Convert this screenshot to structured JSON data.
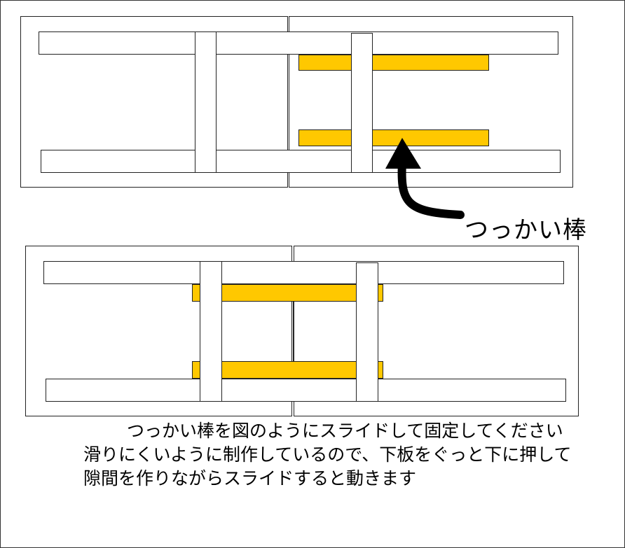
{
  "colors": {
    "stick": "#ffc800",
    "outline": "#222222",
    "background": "#ffffff"
  },
  "label": {
    "stick": "つっかい棒"
  },
  "caption": {
    "line1": "つっかい棒を図のようにスライドして固定してください",
    "line2": "滑りにくいように制作しているので、下板をぐっと下に押して",
    "line3": "隙間を作りながらスライドすると動きます"
  },
  "icons": {
    "arrow": "arrow-up-curved-icon"
  }
}
